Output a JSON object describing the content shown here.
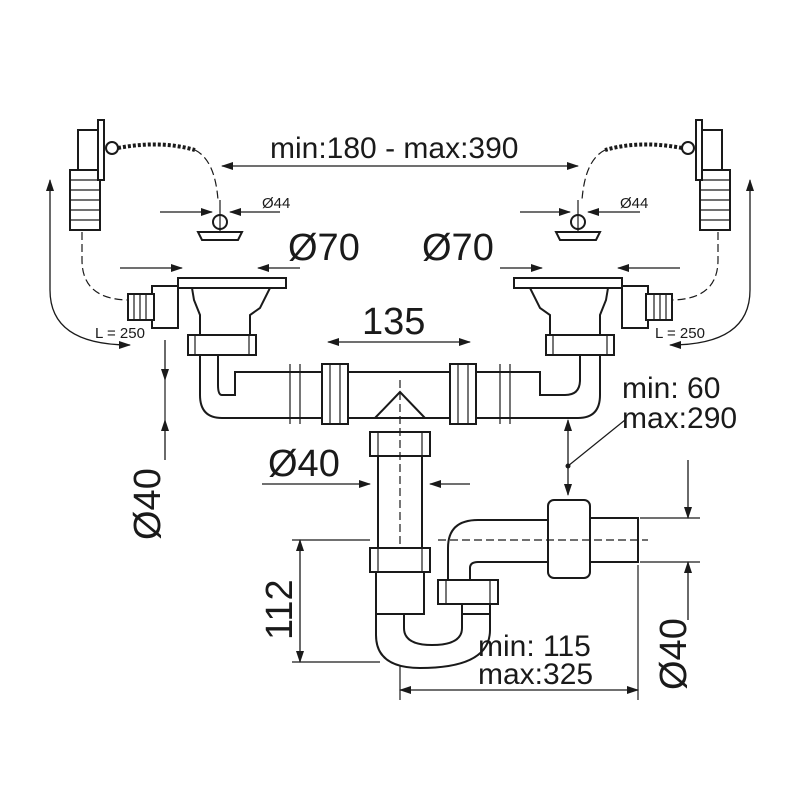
{
  "dimensions": {
    "overflow_span": "min:180 - max:390",
    "left_stopper_diameter": "Ø44",
    "right_stopper_diameter": "Ø44",
    "left_outlet_diameter": "Ø70",
    "right_outlet_diameter": "Ø70",
    "left_hose_length": "L = 250",
    "right_hose_length": "L = 250",
    "pipe_span": "135",
    "vertical_pipe_diameter": "Ø40",
    "left_pipe_diameter": "Ø40",
    "branch_range_min": "min:   60",
    "branch_range_max": "max:290",
    "trap_height": "112",
    "outlet_range_min": "min: 115",
    "outlet_range_max": "max:325",
    "outlet_diameter": "Ø40"
  }
}
